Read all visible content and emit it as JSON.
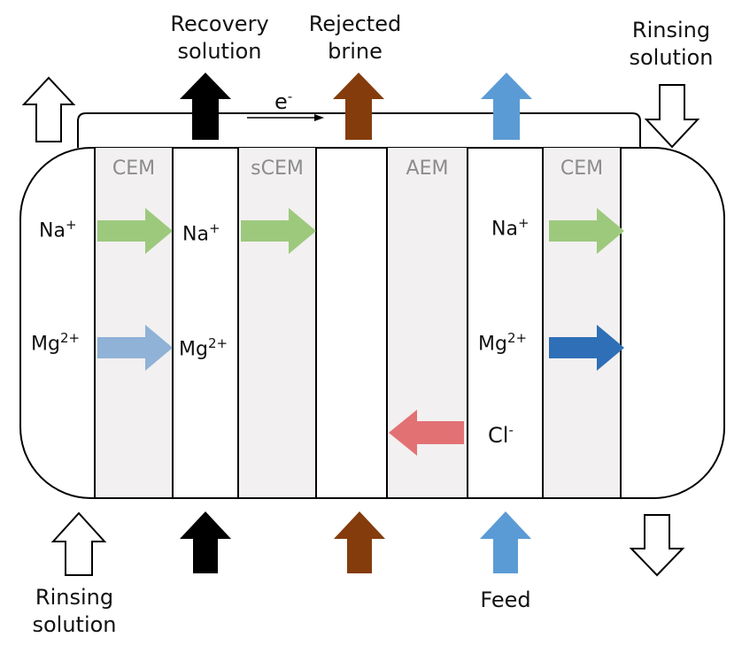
{
  "labels": {
    "recovery": "Recovery\nsolution",
    "rejected": "Rejected\nbrine",
    "rinsing_top": "Rinsing\nsolution",
    "rinsing_bottom": "Rinsing\nsolution",
    "feed": "Feed",
    "electron": "e",
    "electron_sup": "-"
  },
  "membranes": [
    "CEM",
    "sCEM",
    "AEM",
    "CEM"
  ],
  "ions": {
    "na": "Na",
    "na_charge": "+",
    "mg": "Mg",
    "mg_charge": "2+",
    "cl": "Cl",
    "cl_charge": "-"
  },
  "colors": {
    "membrane_fill": "#f2f0f0",
    "na_arrow": "#9dc97d",
    "mg_arrow_light": "#8fb2d6",
    "mg_arrow_dark": "#2e6fb7",
    "cl_arrow": "#e27174",
    "recovery_arrow": "#000000",
    "brine_arrow": "#843c0c",
    "feed_arrow": "#5b9bd5",
    "rinsing_arrow": "#ffffff"
  }
}
